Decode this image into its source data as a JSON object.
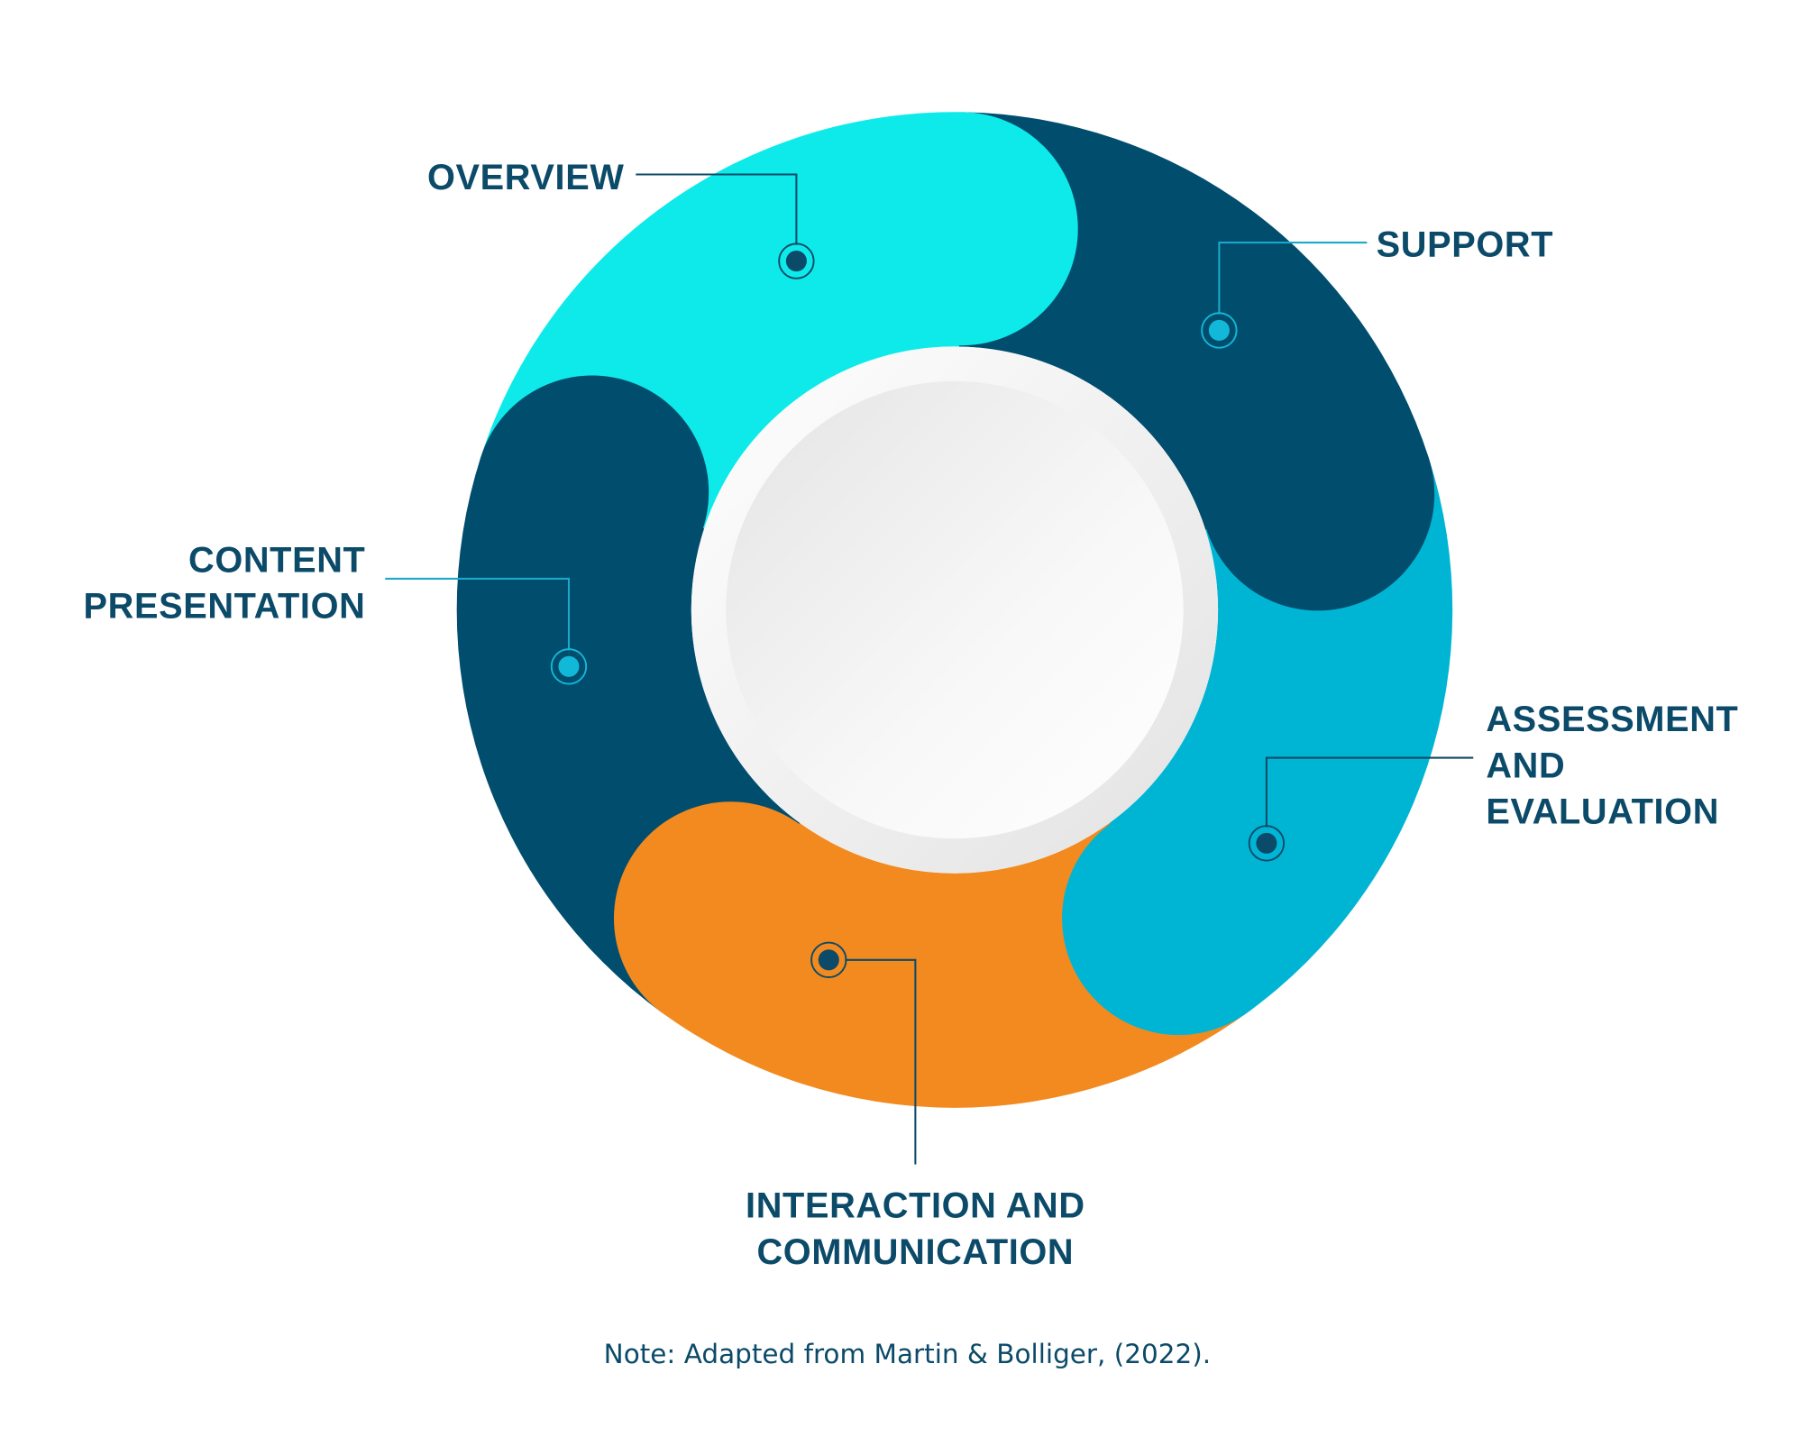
{
  "segments": [
    {
      "id": "overview",
      "label_lines": [
        "OVERVIEW"
      ],
      "color": "#0eeaea",
      "dot_color": "#0b4a68"
    },
    {
      "id": "support",
      "label_lines": [
        "SUPPORT"
      ],
      "color": "#004d6e",
      "dot_color": "#12b8d8"
    },
    {
      "id": "assessment",
      "label_lines": [
        "ASSESSMENT",
        "AND",
        "EVALUATION"
      ],
      "color": "#00b5d4",
      "dot_color": "#0b4a68"
    },
    {
      "id": "interaction",
      "label_lines": [
        "INTERACTION AND",
        "COMMUNICATION"
      ],
      "color": "#f28a1f",
      "dot_color": "#0b4a68"
    },
    {
      "id": "content",
      "label_lines": [
        "CONTENT",
        "PRESENTATION"
      ],
      "color": "#004d6e",
      "dot_color": "#12b8d8"
    }
  ],
  "note": "Note: Adapted from Martin & Bolliger, (2022).",
  "text_color": "#0b4a68"
}
